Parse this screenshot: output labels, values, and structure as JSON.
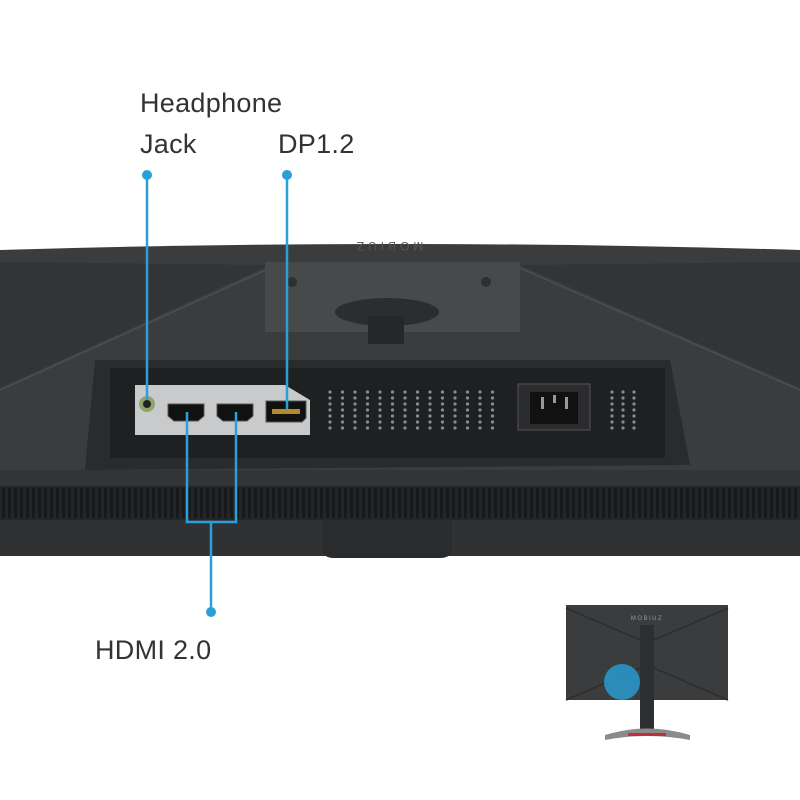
{
  "labels": {
    "headphone_line1": "Headphone",
    "headphone_line2": "Jack",
    "dp": "DP1.2",
    "hdmi": "HDMI 2.0"
  },
  "logo_text": "MOBIUZ",
  "colors": {
    "callout": "#2a9fd8",
    "monitor_body": "#3b3c3e",
    "port_panel": "#c9cacb",
    "highlight": "#2a8fc0",
    "stand_accent": "#c0303a"
  }
}
